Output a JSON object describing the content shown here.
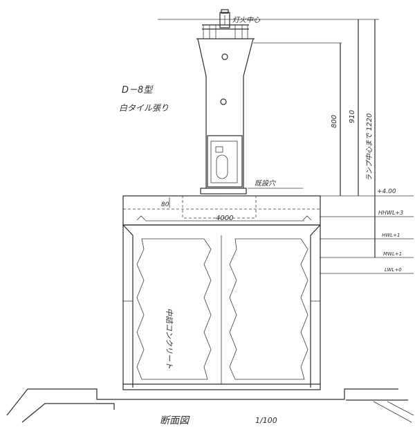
{
  "labels": {
    "model_label": "D－8型",
    "tile_label": "白タイル張り",
    "top_label": "灯火中心",
    "hole_label": "既設穴",
    "width_dim": "4000",
    "small_dim": "80",
    "level_400": "+4.00",
    "hhwl": "HHWL+3",
    "hwl": "HWL+1",
    "mwl": "MWL+1",
    "lwl": "LWL+0",
    "dim_800": "800",
    "dim_910": "910",
    "dim_vertical_text": "ランプ中心まで 1220",
    "caisson_label": "中詰コンクリート",
    "title": "断面図",
    "scale": "1/100"
  }
}
